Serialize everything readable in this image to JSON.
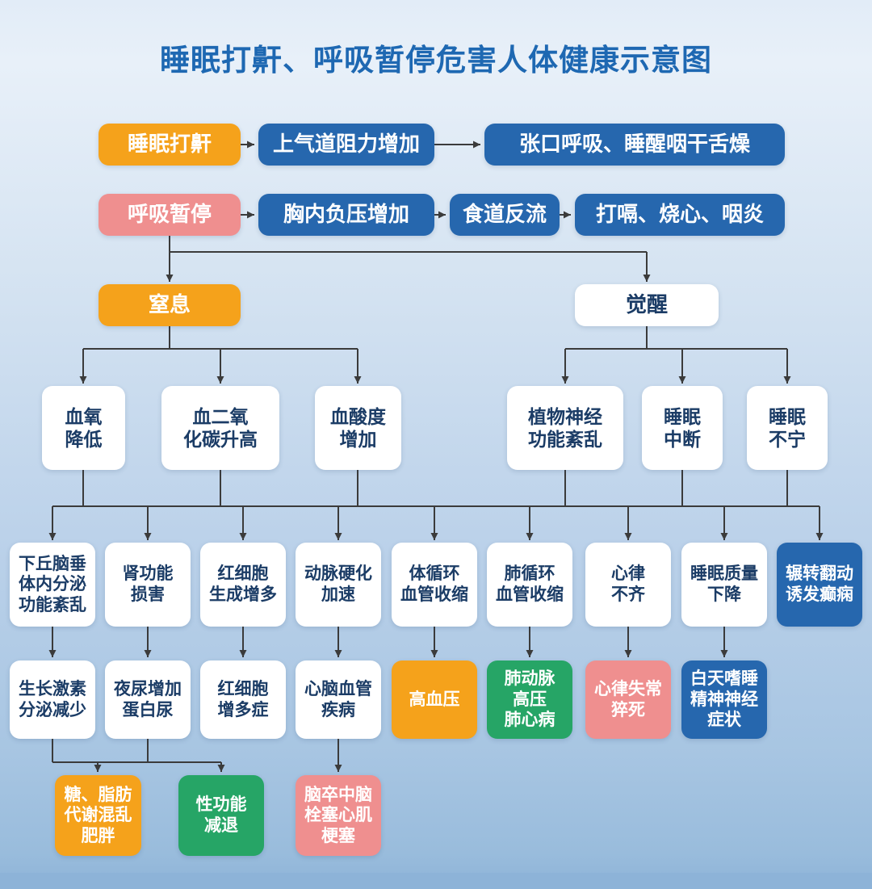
{
  "title": "睡眠打鼾、呼吸暂停危害人体健康示意图",
  "colors": {
    "orange": "#f5a21b",
    "pink": "#ef8f8f",
    "blue": "#2667ae",
    "green": "#26a566",
    "white_box_text": "#1b3c66",
    "title": "#1e68b2",
    "line": "#3b3b3b",
    "background_top": "#e2ecf7",
    "background_bottom": "#8db3d8"
  },
  "nodes": {
    "snore": "睡眠打鼾",
    "airway_resistance": "上气道阻力增加",
    "mouth_breathing": "张口呼吸、睡醒咽干舌燥",
    "apnea": "呼吸暂停",
    "chest_pressure": "胸内负压增加",
    "reflux": "食道反流",
    "heartburn": "打嗝、烧心、咽炎",
    "asphyxia": "窒息",
    "arousal": "觉醒",
    "low_o2": "血氧\n降低",
    "high_co2": "血二氧\n化碳升高",
    "acidity": "血酸度\n增加",
    "autonomic": "植物神经\n功能紊乱",
    "sleep_interruption": "睡眠\n中断",
    "restless_sleep": "睡眠\n不宁",
    "hypothalamus": "下丘脑垂\n体内分泌\n功能紊乱",
    "kidney": "肾功能\n损害",
    "rbc_increase": "红细胞\n生成增多",
    "arteriosclerosis": "动脉硬化\n加速",
    "systemic_constrict": "体循环\n血管收缩",
    "pulmonary_constrict": "肺循环\n血管收缩",
    "arrhythmia": "心律\n不齐",
    "sleep_quality": "睡眠质量\n下降",
    "epilepsy": "辗转翻动\n诱发癫痫",
    "growth_hormone": "生长激素\n分泌减少",
    "nocturia": "夜尿增加\n蛋白尿",
    "polycythemia": "红细胞\n增多症",
    "cardiovascular": "心脑血管\n疾病",
    "hypertension": "高血压",
    "pulmonary_htn": "肺动脉\n高压\n肺心病",
    "sudden_death": "心律失常\n猝死",
    "daytime_sleepiness": "白天嗜睡\n精神神经\n症状",
    "metabolic": "糖、脂肪\n代谢混乱\n肥胖",
    "sexual_dysfunction": "性功能\n减退",
    "stroke": "脑卒中脑\n栓塞心肌\n梗塞"
  }
}
